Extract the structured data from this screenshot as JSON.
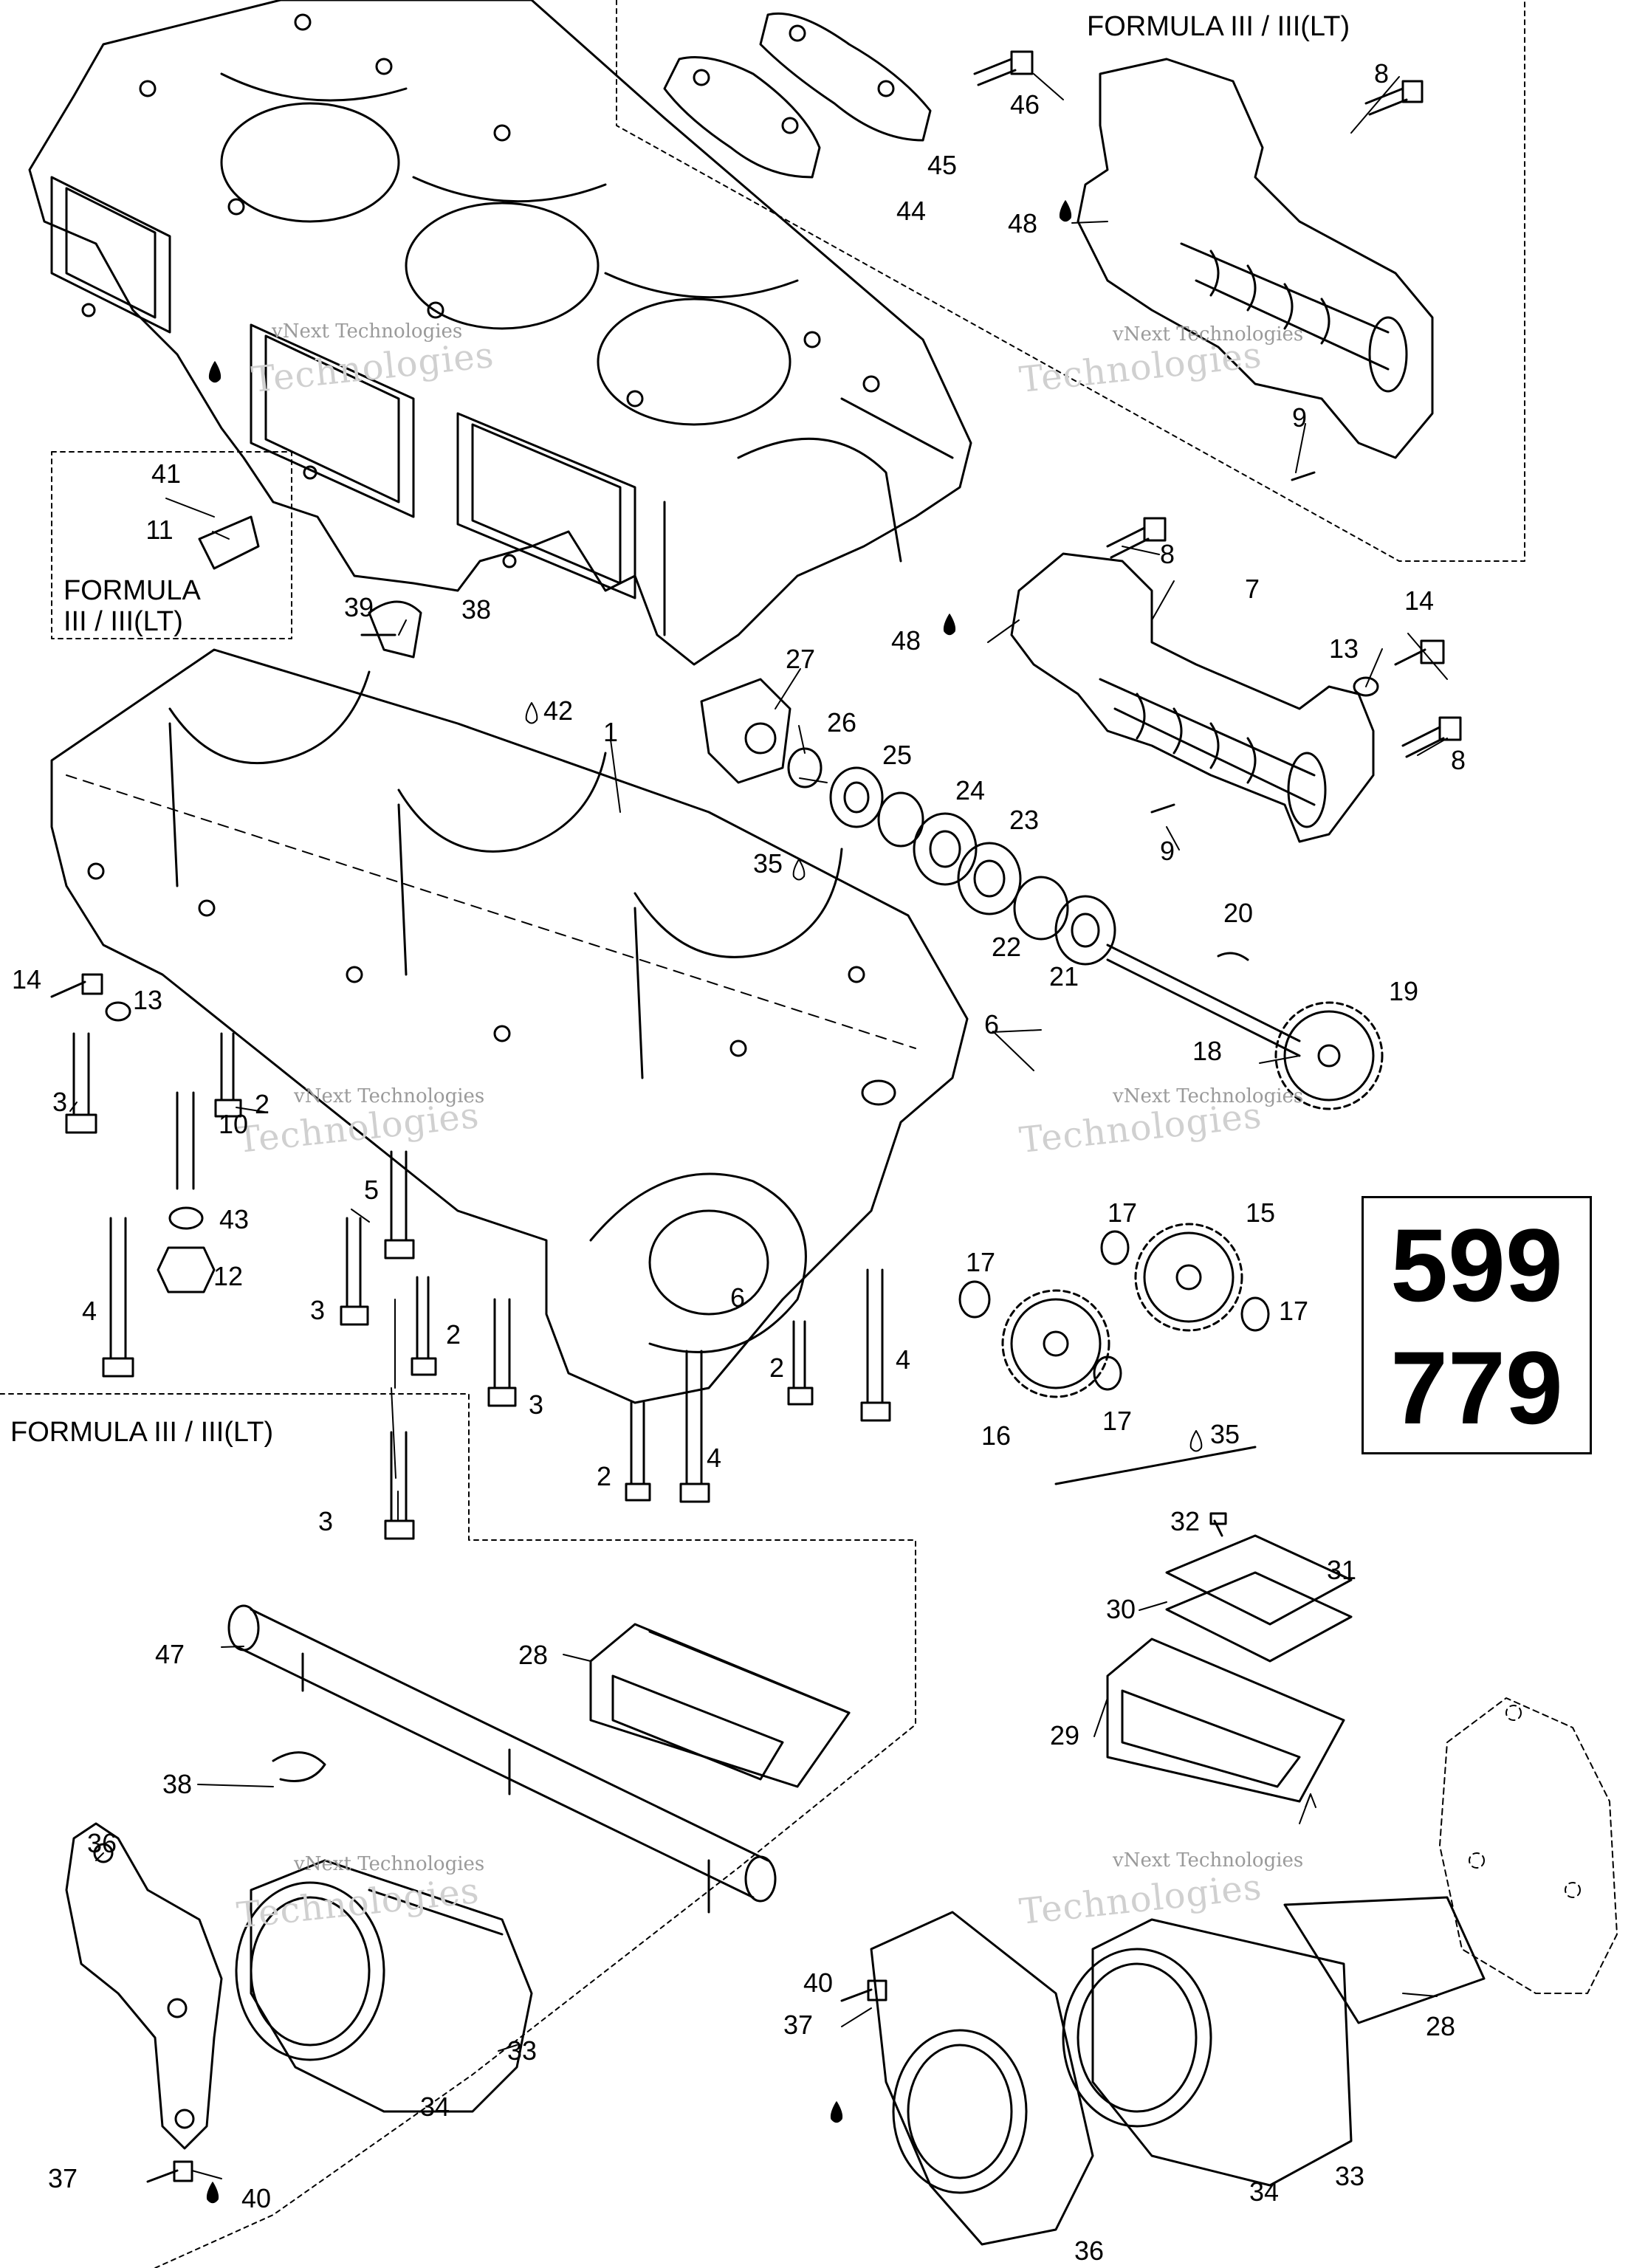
{
  "model_box": {
    "line1": "599",
    "line2": "779"
  },
  "watermark": {
    "small": "vNext Technologies",
    "big": "Technologies"
  },
  "section_labels": {
    "top_right": "FORMULA III / III(LT)",
    "left_line1": "FORMULA",
    "left_line2": "III / III(LT)",
    "mid_left": "FORMULA III / III(LT)"
  },
  "callouts": [
    "1",
    "2",
    "3",
    "4",
    "5",
    "6",
    "7",
    "8",
    "9",
    "10",
    "11",
    "12",
    "13",
    "14",
    "15",
    "16",
    "17",
    "18",
    "19",
    "20",
    "21",
    "22",
    "23",
    "24",
    "25",
    "26",
    "27",
    "28",
    "29",
    "30",
    "31",
    "32",
    "33",
    "34",
    "35",
    "36",
    "37",
    "38",
    "39",
    "40",
    "41",
    "42",
    "43",
    "44",
    "45",
    "46",
    "47",
    "48"
  ],
  "colors": {
    "line": "#000000",
    "watermark": "#9a9a9a",
    "background": "#ffffff"
  }
}
